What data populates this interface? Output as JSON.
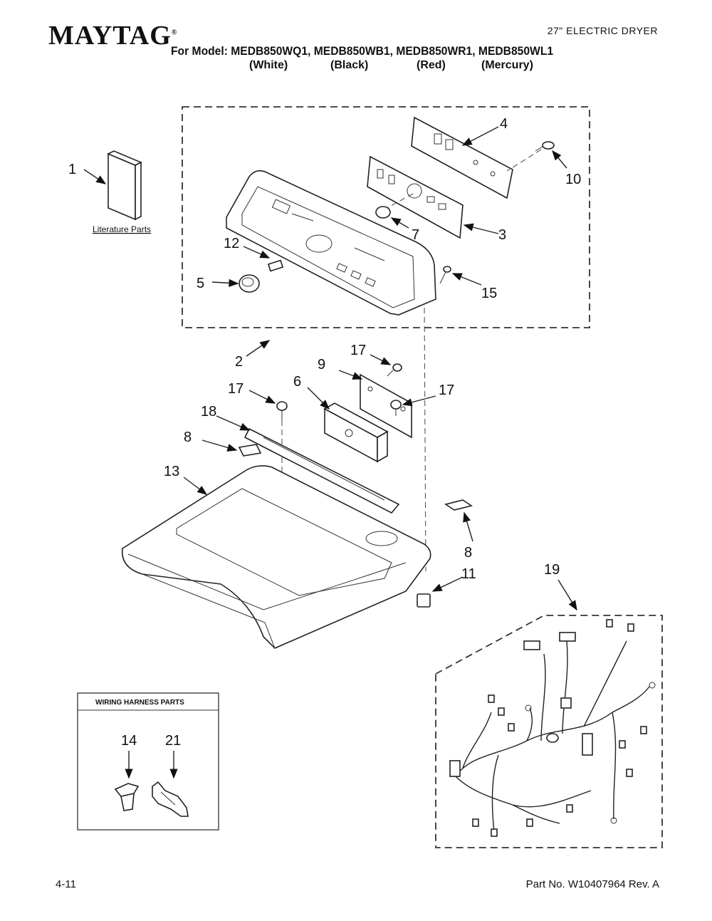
{
  "header": {
    "brand": "MAYTAG",
    "brand_mark": "®",
    "doc_type": "27\" ELECTRIC DRYER",
    "models_line": "For Model: MEDB850WQ1, MEDB850WB1, MEDB850WR1, MEDB850WL1",
    "colors": [
      "(White)",
      "(Black)",
      "(Red)",
      "(Mercury)"
    ]
  },
  "literature_label": "Literature Parts",
  "wiring_box_title": "WIRING HARNESS PARTS",
  "callouts": {
    "c1": "1",
    "c2": "2",
    "c3": "3",
    "c4": "4",
    "c5": "5",
    "c6": "6",
    "c7": "7",
    "c8a": "8",
    "c8b": "8",
    "c9": "9",
    "c10": "10",
    "c11": "11",
    "c12": "12",
    "c13": "13",
    "c14": "14",
    "c15": "15",
    "c17a": "17",
    "c17b": "17",
    "c17c": "17",
    "c18": "18",
    "c19": "19",
    "c21": "21"
  },
  "footer": {
    "page": "4-11",
    "part_no": "Part No. W10407964 Rev. A"
  }
}
